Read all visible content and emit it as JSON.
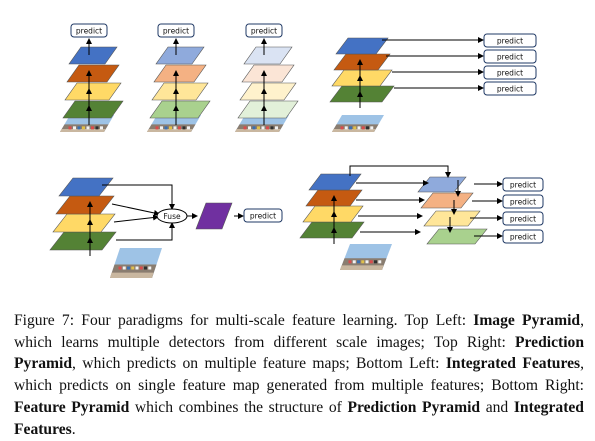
{
  "colors": {
    "blue": "#4472c4",
    "orange": "#c55a11",
    "yellow": "#ffd966",
    "green": "#548235",
    "purple": "#7030a0",
    "light_blue": "#8faadc",
    "light_orange": "#f4b183",
    "light_yellow": "#ffe699",
    "light_green": "#a9d18e",
    "pale_blue": "#dae3f3",
    "pale_orange": "#fbe5d6",
    "pale_yellow": "#fff2cc",
    "pale_green": "#e2f0d9"
  },
  "diagrams": {
    "predict_label": "predict",
    "fuse_label": "Fuse"
  },
  "caption": {
    "prefix": "Figure 7: Four paradigms for multi-scale feature learning. Top Left: ",
    "image_pyramid": "Image Pyramid",
    "text_1": ", which learns multiple detectors from different scale images; Top Right: ",
    "prediction_pyramid": "Prediction Pyramid",
    "text_2": ", which predicts on multiple feature maps; Bottom Left: ",
    "integrated_features": "Integrated Features",
    "text_3": ", which predicts on single feature map generated from multiple features; Bottom Right: ",
    "feature_pyramid": "Feature Pyramid",
    "text_4": " which combines the structure of ",
    "prediction_pyramid_2": "Prediction Pyramid",
    "text_5": " and ",
    "integrated_features_2": "Integrated Features",
    "text_6": "."
  }
}
